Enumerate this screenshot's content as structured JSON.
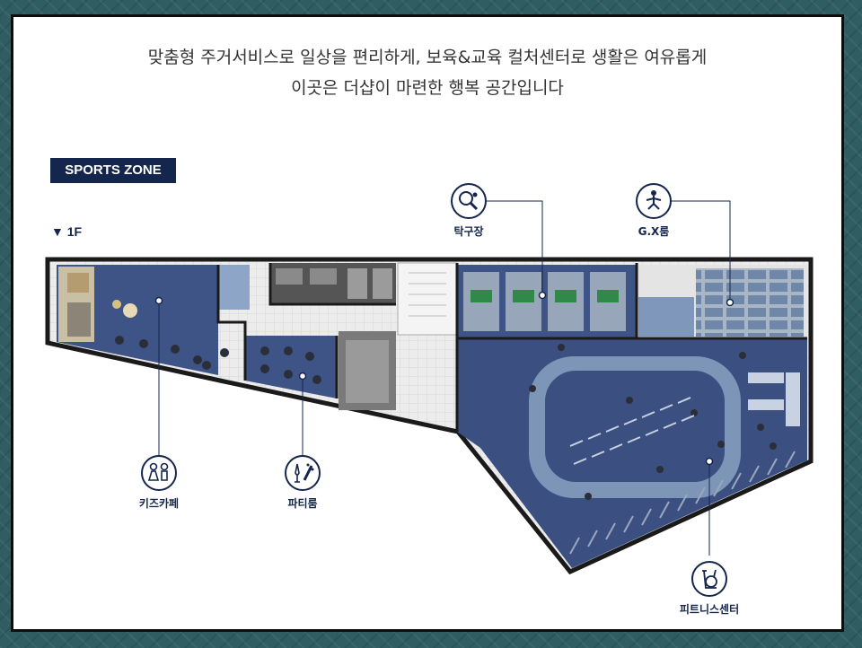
{
  "intro": {
    "line1": "맞춤형 주거서비스로 일상을 편리하게, 보육&교육 컬처센터로 생활은 여유롭게",
    "line2": "이곳은 더샵이 마련한 행복 공간입니다"
  },
  "zone": {
    "label": "SPORTS ZONE",
    "floor": "▼ 1F"
  },
  "amenities": [
    {
      "id": "table-tennis",
      "label": "탁구장",
      "icon": "ping-pong-icon"
    },
    {
      "id": "gx-room",
      "label": "G.X룸",
      "icon": "yoga-icon"
    },
    {
      "id": "kids-cafe",
      "label": "키즈카페",
      "icon": "children-icon"
    },
    {
      "id": "party-room",
      "label": "파티룸",
      "icon": "champagne-icon"
    },
    {
      "id": "fitness",
      "label": "피트니스센터",
      "icon": "exercise-bike-icon"
    }
  ],
  "colors": {
    "navy": "#14264d",
    "floor_blue": "#3b4f80",
    "track": "#7d96b8",
    "wall": "#1a1a1a",
    "corridor": "#e9e9e9",
    "background": "#2f5d61"
  }
}
